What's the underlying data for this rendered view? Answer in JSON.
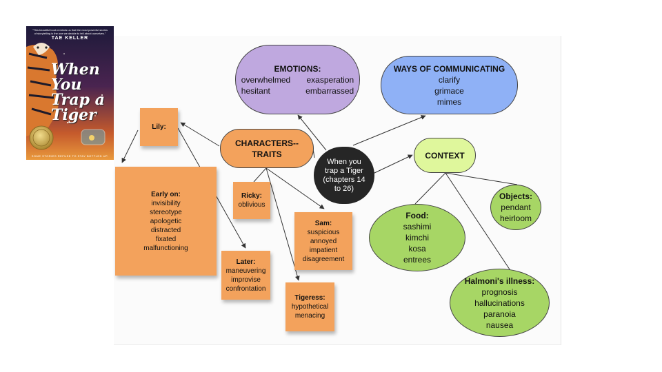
{
  "book_cover": {
    "blurb": "\"This beautiful book reminds us that the most powerful stories of storytelling is the one we decide to tell about ourselves.\"",
    "author": "TAE KELLER",
    "title": "When You Trap a Tiger",
    "tagline": "SOME STORIES REFUSE TO STAY BOTTLED UP."
  },
  "center": {
    "label": "When you trap a Tiger (chapters 14 to 26)"
  },
  "characters": {
    "label": "CHARACTERS-- TRAITS"
  },
  "emotions": {
    "title": "EMOTIONS:",
    "items": [
      "overwhelmed",
      "exasperation",
      "hesitant",
      "embarrassed"
    ]
  },
  "communicating": {
    "title": "WAYS OF COMMUNICATING",
    "items": [
      "clarify",
      "grimace",
      "mimes"
    ]
  },
  "context": {
    "label": "CONTEXT"
  },
  "lily": {
    "label": "Lily:"
  },
  "early_on": {
    "title": "Early on:",
    "items": [
      "invisibility",
      "stereotype",
      "apologetic",
      "distracted",
      "fixated",
      "malfunctioning"
    ]
  },
  "later": {
    "title": "Later:",
    "items": [
      "maneuvering",
      "improvise",
      "confrontation"
    ]
  },
  "ricky": {
    "title": "Ricky:",
    "items": [
      "oblivious"
    ]
  },
  "sam": {
    "title": "Sam:",
    "items": [
      "suspicious",
      "annoyed",
      "impatient",
      "disagreement"
    ]
  },
  "tigeress": {
    "title": "Tigeress:",
    "items": [
      "hypothetical",
      "menacing"
    ]
  },
  "food": {
    "title": "Food:",
    "items": [
      "sashimi",
      "kimchi",
      "kosa",
      "entrees"
    ]
  },
  "objects": {
    "title": "Objects:",
    "items": [
      "pendant",
      "heirloom"
    ]
  },
  "illness": {
    "title": "Halmoni's illness:",
    "items": [
      "prognosis",
      "hallucinations",
      "paranoia",
      "nausea"
    ]
  },
  "colors": {
    "emotions": "#bfa8df",
    "communicating": "#8fb1f6",
    "context": "#dff79c",
    "characters": "#f3a25c",
    "center": "#262626",
    "context_circles": "#a7d665",
    "sticky": "#f3a25c",
    "cover_bg": "#3a2247"
  }
}
